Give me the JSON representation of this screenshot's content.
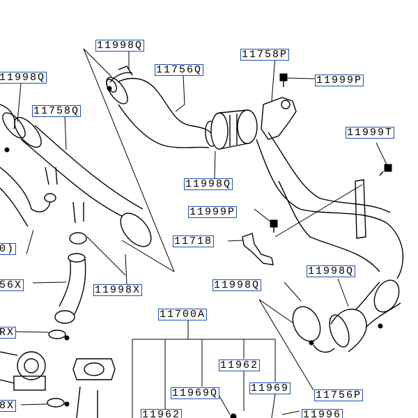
{
  "labels": [
    {
      "id": "l1",
      "text": "11998Q"
    },
    {
      "id": "l2",
      "text": "11998Q"
    },
    {
      "id": "l3",
      "text": "11758P"
    },
    {
      "id": "l4",
      "text": "11756Q"
    },
    {
      "id": "l5",
      "text": "11999P"
    },
    {
      "id": "l6",
      "text": "11758Q"
    },
    {
      "id": "l7",
      "text": "11999T"
    },
    {
      "id": "l8",
      "text": "11998Q"
    },
    {
      "id": "l9",
      "text": "11999P"
    },
    {
      "id": "l10",
      "text": "11718"
    },
    {
      "id": "l11",
      "text": "0)"
    },
    {
      "id": "l12",
      "text": "11998Q"
    },
    {
      "id": "l13",
      "text": "11998Q"
    },
    {
      "id": "l14",
      "text": "56X"
    },
    {
      "id": "l15",
      "text": "11998X"
    },
    {
      "id": "l16",
      "text": "11700A"
    },
    {
      "id": "l17",
      "text": "RX"
    },
    {
      "id": "l18",
      "text": "11962"
    },
    {
      "id": "l19",
      "text": "11969"
    },
    {
      "id": "l20",
      "text": "11969Q"
    },
    {
      "id": "l21",
      "text": "11756P"
    },
    {
      "id": "l22",
      "text": "8X"
    },
    {
      "id": "l23",
      "text": "11962"
    },
    {
      "id": "l24",
      "text": "11996"
    }
  ],
  "colors": {
    "label_border": "#1a4fb0",
    "line": "#000000",
    "background": "#ffffff"
  }
}
